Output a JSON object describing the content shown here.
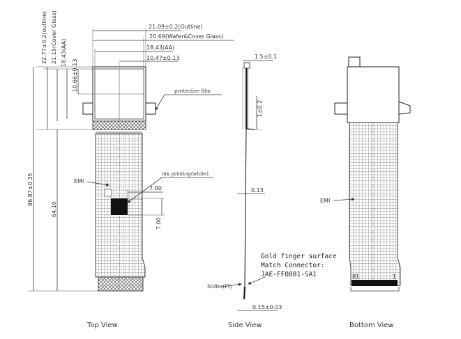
{
  "views": {
    "top": "Top View",
    "side": "Side View",
    "bottom": "Bottom View"
  },
  "top_dims": {
    "outline_w": "21.09±0.2(Outline)",
    "wafer_w": "20.69(Wafer&Cover Glass)",
    "aa_w": "18.43(AA)",
    "inner_w": "10.47±0.13",
    "outline_h": "22.77±0.2(outline)",
    "cover_h": "21.15(Cover Glass)",
    "aa_h": "18.43(AA)",
    "inner_h": "10.66±0.13",
    "total_h": "86.87±0.35",
    "fpc_h": "64.10",
    "mark_w": "7.00",
    "mark_h": "7.00"
  },
  "top_labels": {
    "protective_film": "protective film",
    "ink_printing": "ink printing(white)",
    "emi": "EMI"
  },
  "side_dims": {
    "top_w": "1.5±0.1",
    "h": "1±0.2",
    "fpc_t": "0.13",
    "stiff_t": "0.15±0.03"
  },
  "side_labels": {
    "stiffer": "Stiffer(PI)",
    "gold1": "Gold finger surface",
    "gold2": "Match Connector:",
    "gold3": "JAE-FF0881-SA1"
  },
  "bottom_labels": {
    "emi": "EMI",
    "pin_a": "81",
    "pin_b": "1"
  }
}
